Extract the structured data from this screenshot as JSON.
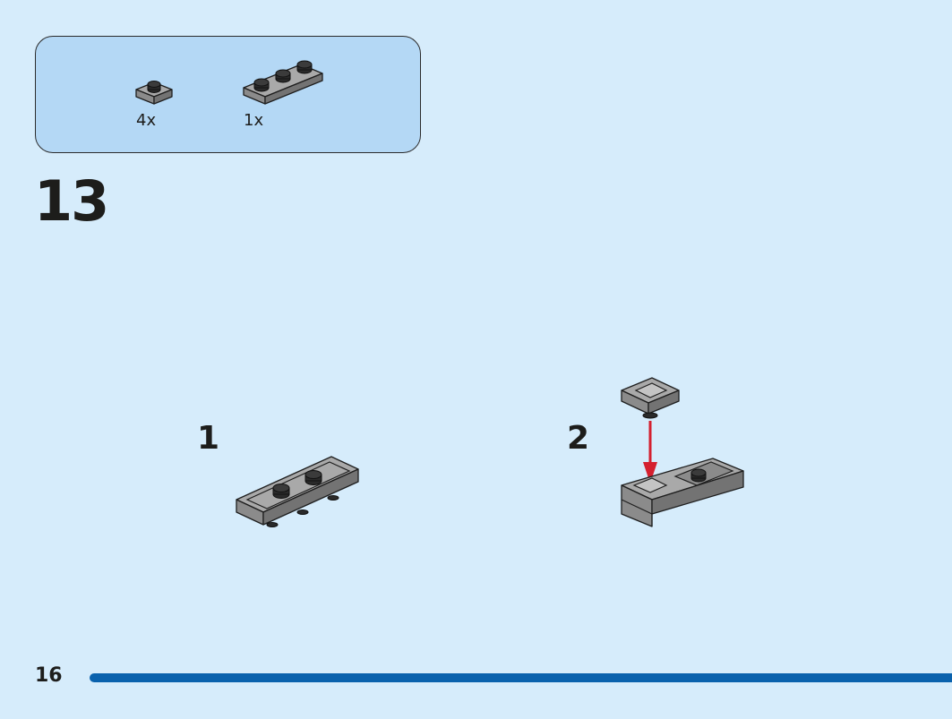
{
  "parts": [
    {
      "name": "plate-1x1",
      "quantity": "4x"
    },
    {
      "name": "plate-1x3",
      "quantity": "1x"
    }
  ],
  "step_number": "13",
  "substeps": [
    {
      "label": "1"
    },
    {
      "label": "2"
    }
  ],
  "colors": {
    "background": "#d6ecfb",
    "parts_box": "#b4d8f5",
    "brick_grey": "#a9a9a9",
    "arrow": "#d4202f",
    "progress": "#0a62ad"
  },
  "page_number": "16"
}
